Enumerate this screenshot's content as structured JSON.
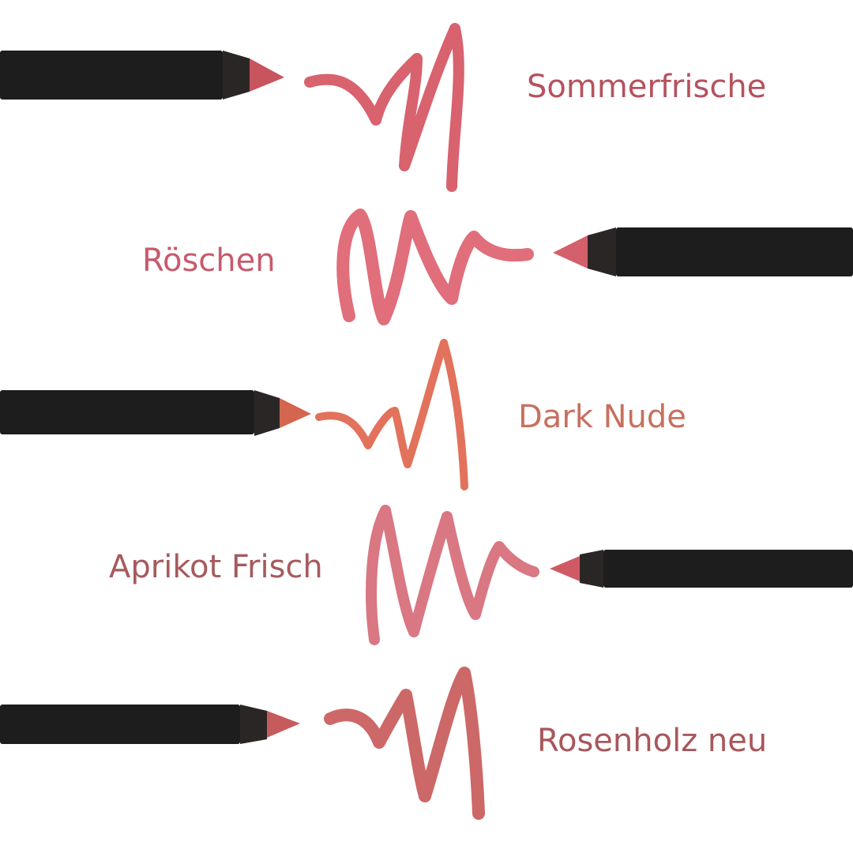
{
  "colors": {
    "background": "#ffffff",
    "pencil_body": "#1e1d1d",
    "pencil_wood": "#2b2626"
  },
  "shades": [
    {
      "name": "Sommerfrische",
      "label_color": "#b5525e",
      "swatch_color": "#d65a66",
      "tip_color": "#c8545d"
    },
    {
      "name": "Röschen",
      "label_color": "#c75a6d",
      "swatch_color": "#de6674",
      "tip_color": "#d4606c"
    },
    {
      "name": "Dark Nude",
      "label_color": "#c8705f",
      "swatch_color": "#e06a52",
      "tip_color": "#d4654f"
    },
    {
      "name": "Aprikot Frisch",
      "label_color": "#a65a5e",
      "swatch_color": "#d7707c",
      "tip_color": "#cf5a66"
    },
    {
      "name": "Rosenholz neu",
      "label_color": "#a8575c",
      "swatch_color": "#c9605f",
      "tip_color": "#c65b5e"
    }
  ]
}
